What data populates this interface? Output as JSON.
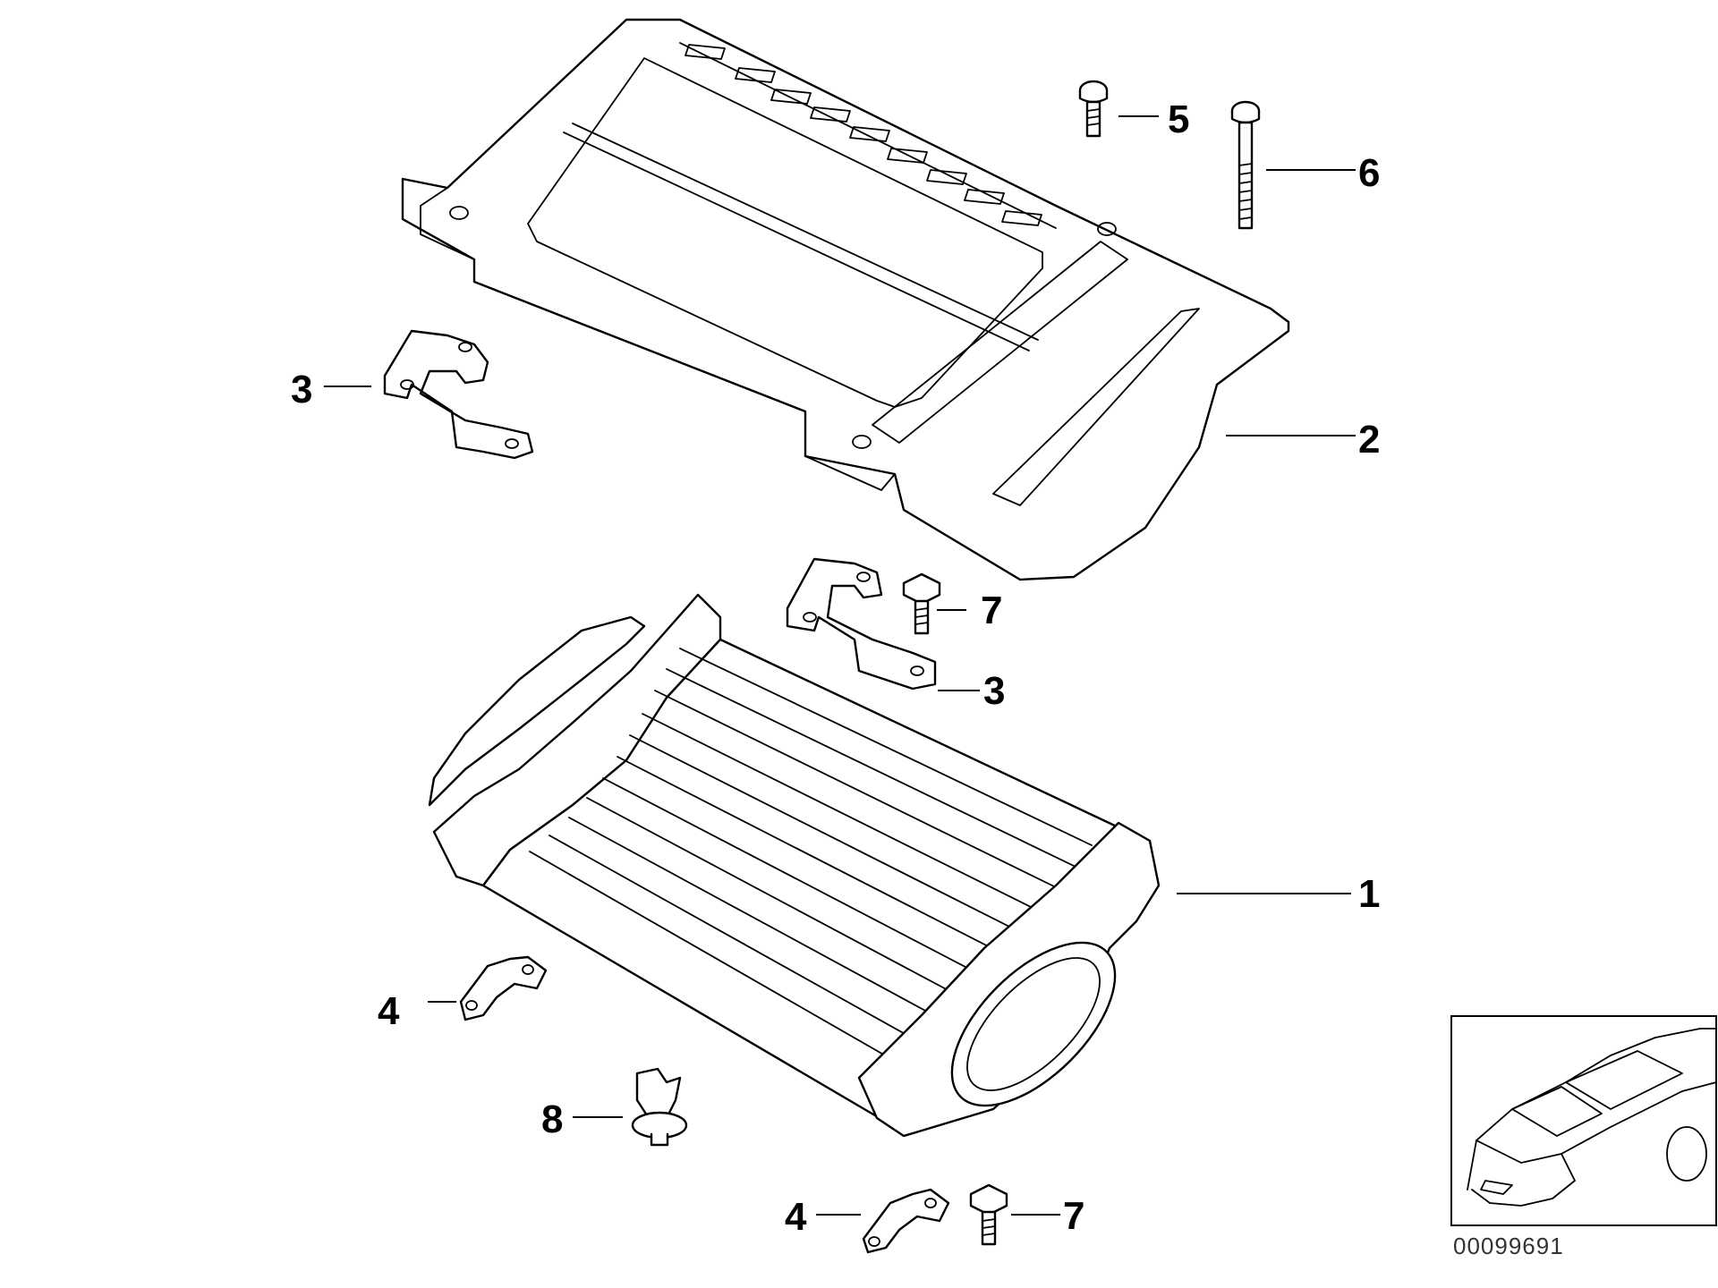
{
  "diagram": {
    "colors": {
      "line": "#000000",
      "background": "#ffffff"
    },
    "callouts": {
      "part_1": "1",
      "part_2": "2",
      "part_3_upper": "3",
      "part_3_lower": "3",
      "part_4_upper": "4",
      "part_4_lower": "4",
      "part_5": "5",
      "part_6": "6",
      "part_7_upper": "7",
      "part_7_lower": "7",
      "part_8": "8"
    },
    "reference_code": "00099691"
  }
}
